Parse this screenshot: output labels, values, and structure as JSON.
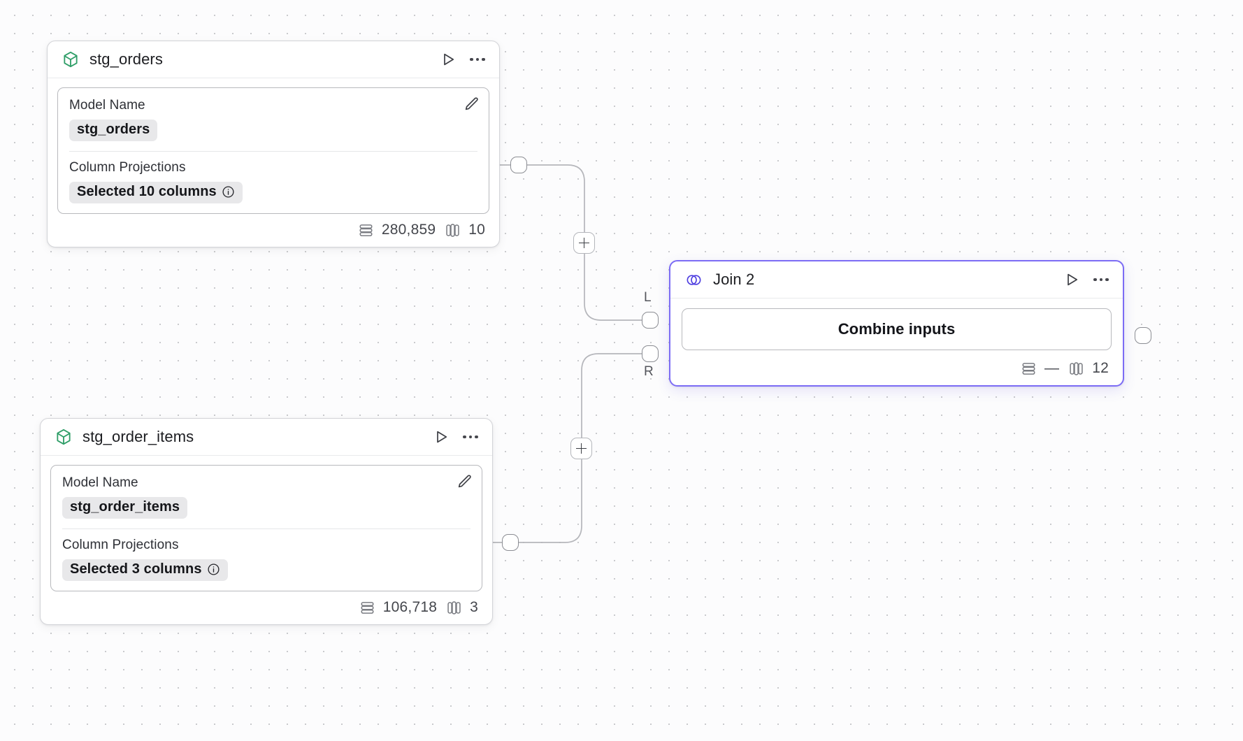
{
  "canvas": {
    "background": "#fcfcfd",
    "grid_dot_color": "#c9cacd",
    "accent_color": "#7c6cf5",
    "model_icon_color": "#2f9e68"
  },
  "nodes": [
    {
      "id": "stg_orders",
      "type": "model",
      "title": "stg_orders",
      "icon": "cube-icon",
      "fields": [
        {
          "label": "Model Name",
          "value": "stg_orders",
          "has_info": false
        },
        {
          "label": "Column Projections",
          "value": "Selected 10 columns",
          "has_info": true
        }
      ],
      "footer": {
        "rows_icon": "rows-icon",
        "rows": "280,859",
        "columns_icon": "columns-icon",
        "columns": "10"
      },
      "actions": {
        "run": "run-icon",
        "more": "more-icon",
        "edit": "edit-pencil-icon"
      }
    },
    {
      "id": "stg_order_items",
      "type": "model",
      "title": "stg_order_items",
      "icon": "cube-icon",
      "fields": [
        {
          "label": "Model Name",
          "value": "stg_order_items",
          "has_info": false
        },
        {
          "label": "Column Projections",
          "value": "Selected 3 columns",
          "has_info": true
        }
      ],
      "footer": {
        "rows_icon": "rows-icon",
        "rows": "106,718",
        "columns_icon": "columns-icon",
        "columns": "3"
      },
      "actions": {
        "run": "run-icon",
        "more": "more-icon",
        "edit": "edit-pencil-icon"
      }
    },
    {
      "id": "join_2",
      "type": "join",
      "selected": true,
      "title": "Join 2",
      "icon": "venn-join-icon",
      "body_label": "Combine inputs",
      "input_ports": [
        {
          "label": "L"
        },
        {
          "label": "R"
        }
      ],
      "footer": {
        "rows_icon": "rows-icon",
        "rows": "—",
        "columns_icon": "columns-icon",
        "columns": "12"
      },
      "actions": {
        "run": "run-icon",
        "more": "more-icon"
      }
    }
  ],
  "edge_buttons": [
    {
      "name": "add-node-on-edge-top",
      "label": "+"
    },
    {
      "name": "add-node-on-edge-bottom",
      "label": "+"
    }
  ]
}
